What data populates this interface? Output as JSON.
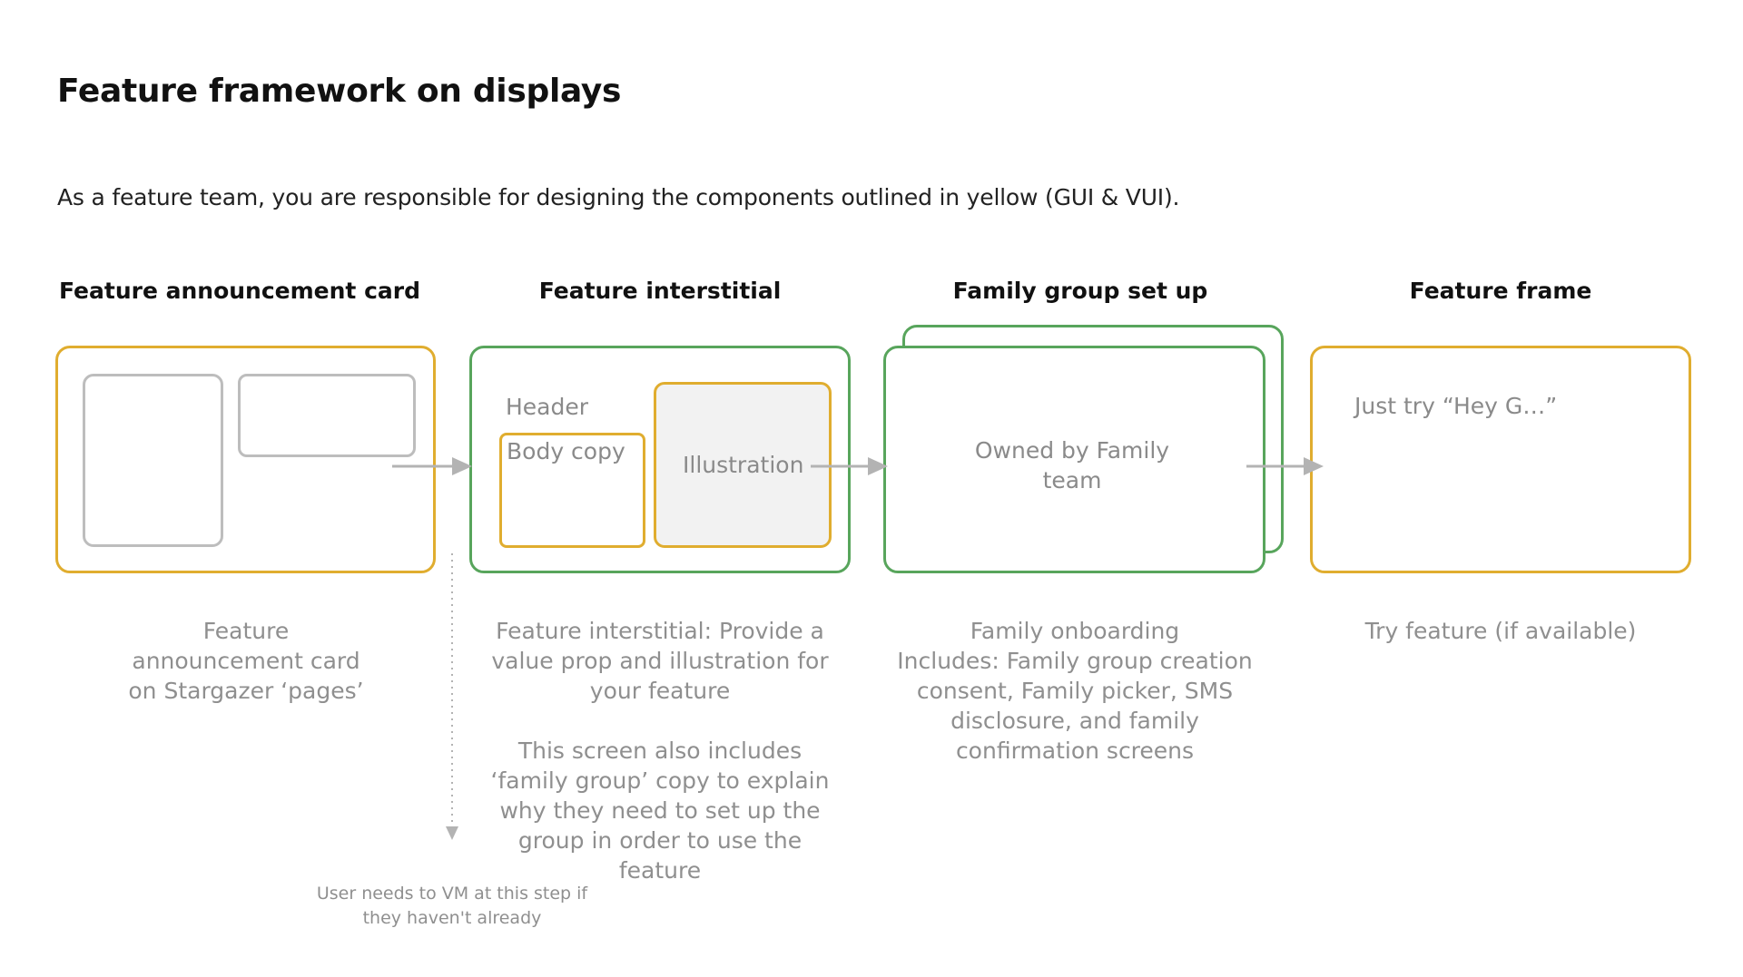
{
  "page": {
    "title": "Feature framework on displays",
    "subtitle": "As a feature team, you are responsible for designing the components outlined in yellow (GUI & VUI)."
  },
  "stages": [
    {
      "title": "Feature announcement card",
      "description": "Feature\nannouncement card\non Stargazer ‘pages’"
    },
    {
      "title": "Feature interstitial",
      "inner": {
        "header": "Header",
        "body_copy": "Body copy",
        "illustration": "Illustration"
      },
      "description": "Feature interstitial: Provide a\nvalue prop and illustration for\nyour feature\n\nThis screen also includes\n‘family group’ copy to explain\nwhy they need to set up the\ngroup in order to use the\nfeature"
    },
    {
      "title": "Family group set up",
      "inner": {
        "owner": "Owned by Family\nteam"
      },
      "description": "Family onboarding\nIncludes: Family group creation\nconsent, Family picker, SMS\ndisclosure, and family\nconfirmation screens"
    },
    {
      "title": "Feature frame",
      "inner": {
        "prompt": "Just try “Hey G…”"
      },
      "description": "Try feature (if available)"
    }
  ],
  "note": "User needs to VM at this step if\nthey haven't already",
  "colors": {
    "gui_vui_outline": "#e0ad2f",
    "other_team_outline": "#58a55c",
    "placeholder_outline": "#bdbdbd",
    "arrow": "#b3b3b3",
    "illustration_fill": "#f2f2f2"
  }
}
